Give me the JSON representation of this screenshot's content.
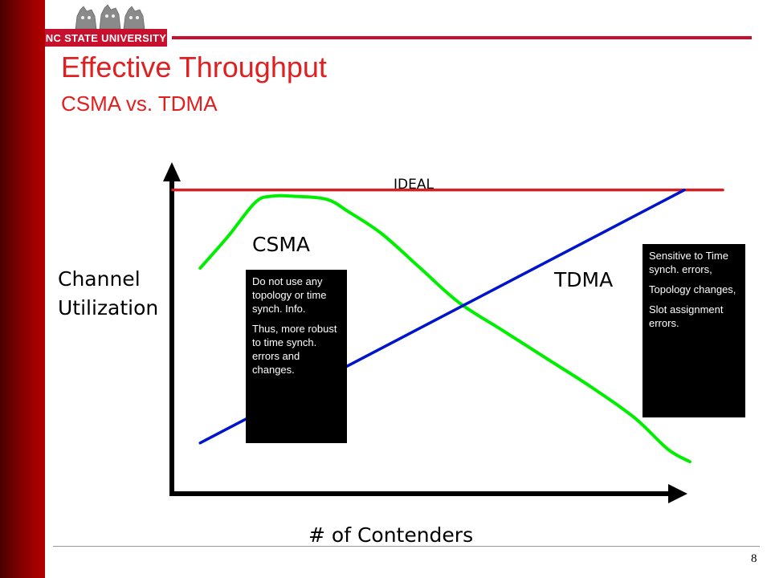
{
  "slide": {
    "logo_text": "NC STATE UNIVERSITY",
    "title": "Effective Throughput",
    "subtitle": "CSMA vs. TDMA",
    "page_number": "8"
  },
  "colors": {
    "brand_red": "#c8102e",
    "title_red": "#e02020",
    "ideal_line": "#d42020",
    "csma_line": "#00ee00",
    "tdma_line": "#0014cc"
  },
  "chart_data": {
    "type": "line",
    "xlabel": "# of Contenders",
    "ylabel_lines": [
      "Channel",
      "Utilization"
    ],
    "xlim": [
      0,
      100
    ],
    "ylim": [
      0,
      100
    ],
    "series": [
      {
        "name": "IDEAL",
        "x": [
          0,
          100
        ],
        "y": [
          97,
          97
        ]
      },
      {
        "name": "CSMA",
        "x": [
          5,
          10,
          15,
          18,
          22,
          28,
          32,
          38,
          45,
          52,
          60,
          68,
          76,
          84,
          90,
          94
        ],
        "y": [
          72,
          82,
          93,
          95,
          95,
          94,
          90,
          83,
          72,
          61,
          52,
          43,
          34,
          24,
          14,
          10
        ]
      },
      {
        "name": "TDMA",
        "x": [
          5,
          93
        ],
        "y": [
          16,
          97
        ]
      }
    ],
    "annotations": {
      "csma_note": [
        "Do not use any topology or time synch. Info.",
        "Thus, more robust to time synch. errors and changes."
      ],
      "tdma_note": [
        "Sensitive to Time synch. errors,",
        " Topology changes,",
        "Slot assignment errors."
      ]
    }
  }
}
